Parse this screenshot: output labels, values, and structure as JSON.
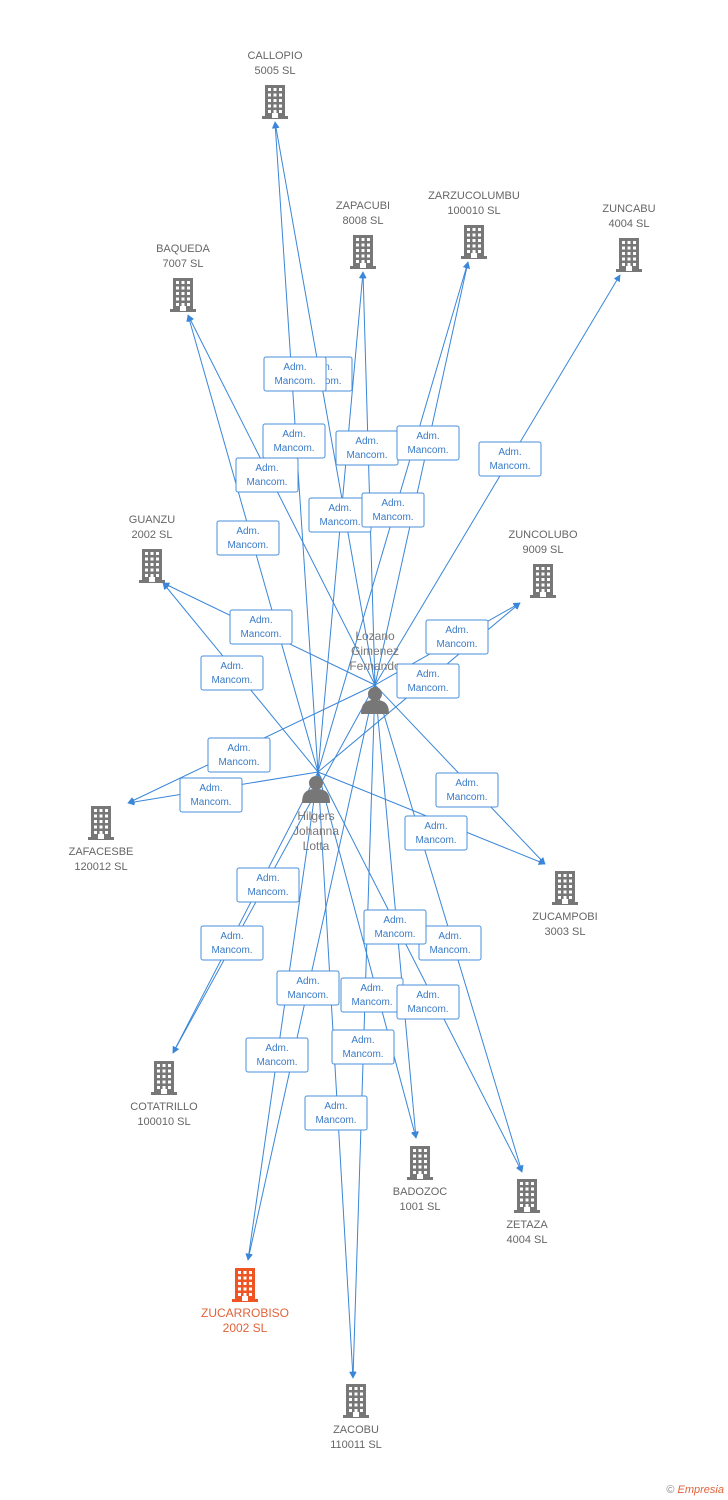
{
  "colors": {
    "edge": "#3a86d8",
    "company": "#777777",
    "highlight": "#ee5522",
    "person": "#777777"
  },
  "persons": [
    {
      "id": "lozano",
      "lines": [
        "Lozano",
        "Gimenez",
        "Fernando"
      ],
      "icon": "person-icon"
    },
    {
      "id": "hilgers",
      "lines": [
        "Hilgers",
        "Johanna",
        "Lotta"
      ],
      "icon": "person-icon"
    }
  ],
  "companies": [
    {
      "id": "callopio",
      "lines": [
        "CALLOPIO",
        "5005 SL"
      ],
      "icon": "building-icon"
    },
    {
      "id": "zapacubi",
      "lines": [
        "ZAPACUBI",
        "8008 SL"
      ],
      "icon": "building-icon"
    },
    {
      "id": "zarzucolumbu",
      "lines": [
        "ZARZUCOLUMBU",
        "100010 SL"
      ],
      "icon": "building-icon"
    },
    {
      "id": "zuncabu",
      "lines": [
        "ZUNCABU",
        "4004 SL"
      ],
      "icon": "building-icon"
    },
    {
      "id": "baqueda",
      "lines": [
        "BAQUEDA",
        "7007 SL"
      ],
      "icon": "building-icon"
    },
    {
      "id": "guanzu",
      "lines": [
        "GUANZU",
        "2002 SL"
      ],
      "icon": "building-icon"
    },
    {
      "id": "zuncolubo",
      "lines": [
        "ZUNCOLUBO",
        "9009 SL"
      ],
      "icon": "building-icon"
    },
    {
      "id": "zafacesbe",
      "lines": [
        "ZAFACESBE",
        "120012 SL"
      ],
      "icon": "building-icon"
    },
    {
      "id": "zucampobi",
      "lines": [
        "ZUCAMPOBI",
        "3003 SL"
      ],
      "icon": "building-icon"
    },
    {
      "id": "cotatrillo",
      "lines": [
        "COTATRILLO",
        "100010 SL"
      ],
      "icon": "building-icon"
    },
    {
      "id": "badozoc",
      "lines": [
        "BADOZOC",
        "1001 SL"
      ],
      "icon": "building-icon"
    },
    {
      "id": "zetaza",
      "lines": [
        "ZETAZA",
        "4004 SL"
      ],
      "icon": "building-icon"
    },
    {
      "id": "zucarrobiso",
      "lines": [
        "ZUCARROBISO",
        "2002 SL"
      ],
      "icon": "building-icon",
      "highlight": true
    },
    {
      "id": "zacobu",
      "lines": [
        "ZACOBU",
        "110011 SL"
      ],
      "icon": "building-icon"
    }
  ],
  "edge_label": [
    "Adm.",
    "Mancom."
  ],
  "edges": [
    {
      "from": "lozano",
      "to": "callopio"
    },
    {
      "from": "lozano",
      "to": "zapacubi"
    },
    {
      "from": "lozano",
      "to": "zarzucolumbu"
    },
    {
      "from": "lozano",
      "to": "zuncabu"
    },
    {
      "from": "lozano",
      "to": "baqueda"
    },
    {
      "from": "lozano",
      "to": "guanzu"
    },
    {
      "from": "lozano",
      "to": "zuncolubo"
    },
    {
      "from": "lozano",
      "to": "zafacesbe"
    },
    {
      "from": "lozano",
      "to": "zucampobi"
    },
    {
      "from": "lozano",
      "to": "cotatrillo"
    },
    {
      "from": "lozano",
      "to": "badozoc"
    },
    {
      "from": "lozano",
      "to": "zetaza"
    },
    {
      "from": "lozano",
      "to": "zucarrobiso"
    },
    {
      "from": "lozano",
      "to": "zacobu"
    },
    {
      "from": "hilgers",
      "to": "callopio"
    },
    {
      "from": "hilgers",
      "to": "zapacubi"
    },
    {
      "from": "hilgers",
      "to": "zarzucolumbu"
    },
    {
      "from": "hilgers",
      "to": "baqueda"
    },
    {
      "from": "hilgers",
      "to": "guanzu"
    },
    {
      "from": "hilgers",
      "to": "zuncolubo"
    },
    {
      "from": "hilgers",
      "to": "zafacesbe"
    },
    {
      "from": "hilgers",
      "to": "zucampobi"
    },
    {
      "from": "hilgers",
      "to": "cotatrillo"
    },
    {
      "from": "hilgers",
      "to": "badozoc"
    },
    {
      "from": "hilgers",
      "to": "zetaza"
    },
    {
      "from": "hilgers",
      "to": "zucarrobiso"
    },
    {
      "from": "hilgers",
      "to": "zacobu"
    }
  ],
  "footer": {
    "copyright": "©",
    "brand": "Empresia"
  }
}
